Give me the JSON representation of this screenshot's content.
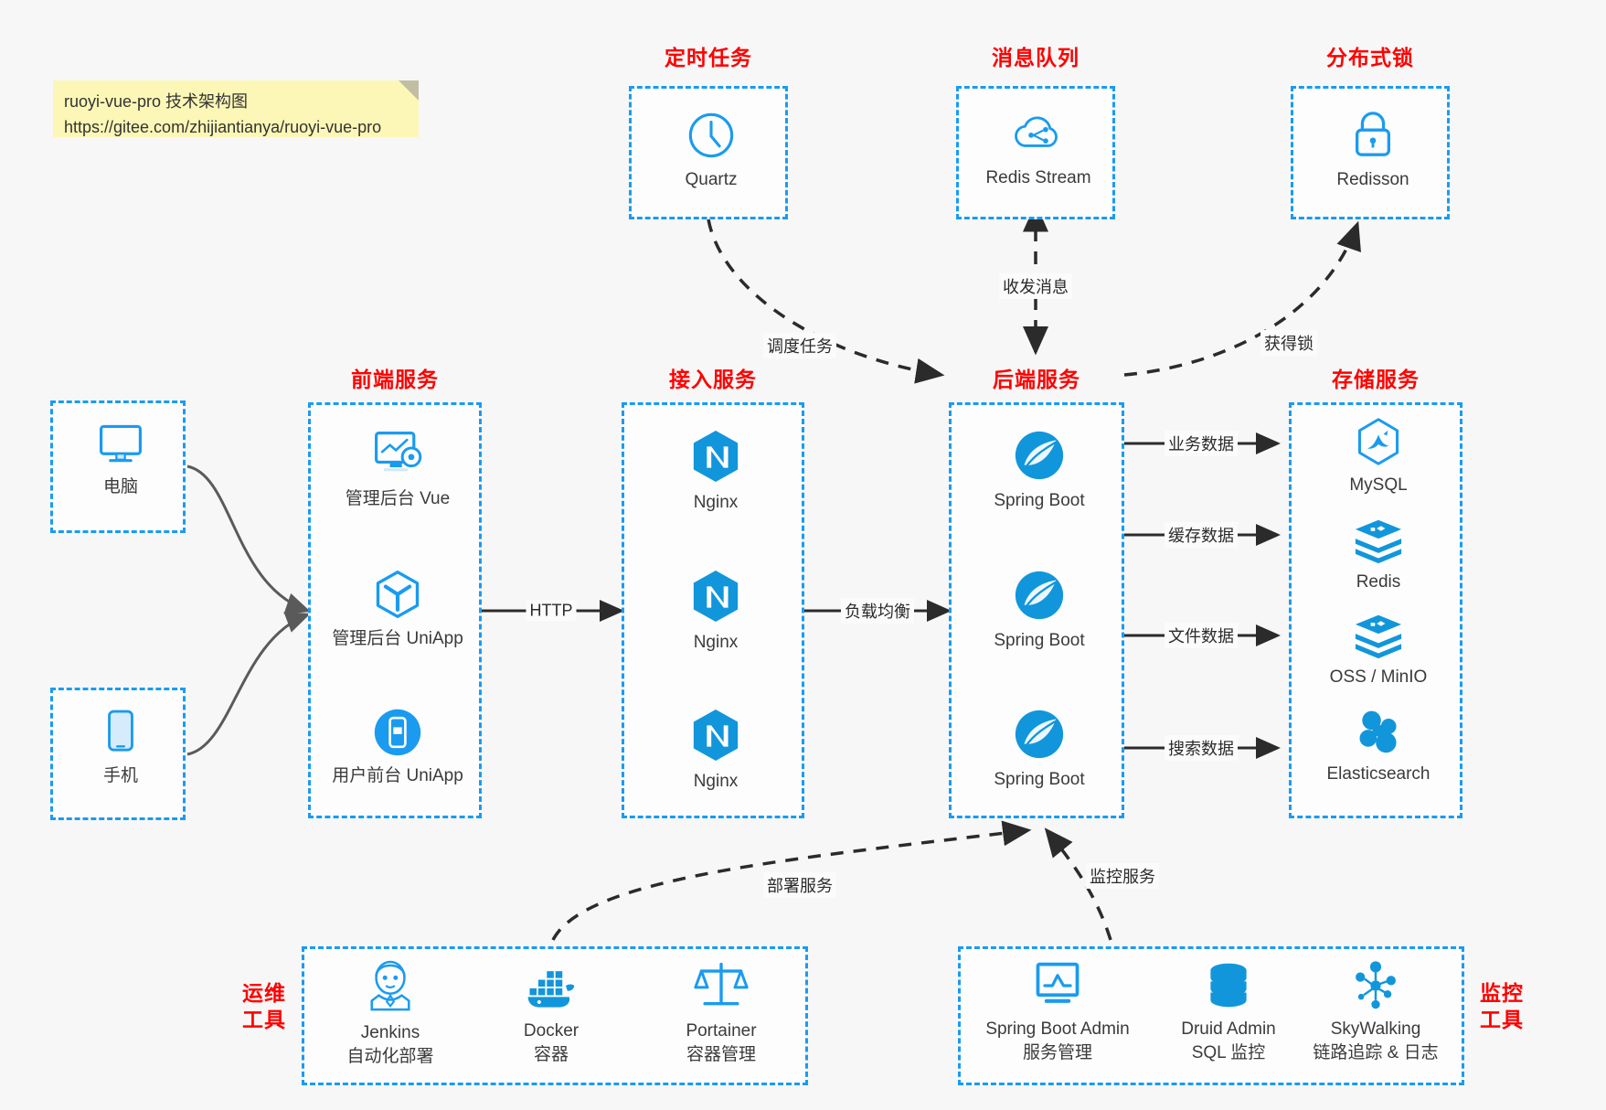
{
  "note": {
    "line1": "ruoyi-vue-pro 技术架构图",
    "line2": "https://gitee.com/zhijiantianya/ruoyi-vue-pro"
  },
  "colors": {
    "accent_blue": "#1a9bf0",
    "icon_blue": "#1296db",
    "title_red": "#ff0000",
    "edge_dark": "#2b2b2b",
    "edge_grey": "#5a5a5a",
    "canvas_bg": "#f7f7f7",
    "note_bg": "#fcf7b6"
  },
  "groups": {
    "scheduler": {
      "title": "定时任务",
      "nodes": [
        {
          "label": "Quartz",
          "icon": "clock-icon"
        }
      ]
    },
    "message_queue": {
      "title": "消息队列",
      "nodes": [
        {
          "label": "Redis Stream",
          "icon": "cloud-stream-icon"
        }
      ]
    },
    "distributed_lock": {
      "title": "分布式锁",
      "nodes": [
        {
          "label": "Redisson",
          "icon": "lock-icon"
        }
      ]
    },
    "clients": {
      "nodes": [
        {
          "label": "电脑",
          "icon": "desktop-icon"
        },
        {
          "label": "手机",
          "icon": "mobile-icon"
        }
      ]
    },
    "frontend": {
      "title": "前端服务",
      "nodes": [
        {
          "label": "管理后台 Vue",
          "icon": "dashboard-icon"
        },
        {
          "label": "管理后台 UniApp",
          "icon": "cube-icon"
        },
        {
          "label": "用户前台 UniApp",
          "icon": "phone-app-icon"
        }
      ]
    },
    "gateway": {
      "title": "接入服务",
      "nodes": [
        {
          "label": "Nginx",
          "icon": "nginx-icon"
        },
        {
          "label": "Nginx",
          "icon": "nginx-icon"
        },
        {
          "label": "Nginx",
          "icon": "nginx-icon"
        }
      ]
    },
    "backend": {
      "title": "后端服务",
      "nodes": [
        {
          "label": "Spring Boot",
          "icon": "spring-boot-icon"
        },
        {
          "label": "Spring Boot",
          "icon": "spring-boot-icon"
        },
        {
          "label": "Spring Boot",
          "icon": "spring-boot-icon"
        }
      ]
    },
    "storage": {
      "title": "存储服务",
      "nodes": [
        {
          "label": "MySQL",
          "icon": "mysql-icon"
        },
        {
          "label": "Redis",
          "icon": "redis-icon"
        },
        {
          "label": "OSS / MinIO",
          "icon": "oss-icon"
        },
        {
          "label": "Elasticsearch",
          "icon": "elasticsearch-icon"
        }
      ]
    },
    "devops": {
      "title_line1": "运维",
      "title_line2": "工具",
      "nodes": [
        {
          "label": "Jenkins",
          "sub": "自动化部署",
          "icon": "jenkins-icon"
        },
        {
          "label": "Docker",
          "sub": "容器",
          "icon": "docker-icon"
        },
        {
          "label": "Portainer",
          "sub": "容器管理",
          "icon": "scale-icon"
        }
      ]
    },
    "monitoring": {
      "title_line1": "监控",
      "title_line2": "工具",
      "nodes": [
        {
          "label": "Spring Boot Admin",
          "sub": "服务管理",
          "icon": "monitor-chart-icon"
        },
        {
          "label": "Druid Admin",
          "sub": "SQL 监控",
          "icon": "database-icon"
        },
        {
          "label": "SkyWalking",
          "sub": "链路追踪 & 日志",
          "icon": "skywalking-icon"
        }
      ]
    }
  },
  "edges": [
    {
      "label": "调度任务"
    },
    {
      "label": "收发消息"
    },
    {
      "label": "获得锁"
    },
    {
      "label": "HTTP"
    },
    {
      "label": "负载均衡"
    },
    {
      "label": "业务数据"
    },
    {
      "label": "缓存数据"
    },
    {
      "label": "文件数据"
    },
    {
      "label": "搜索数据"
    },
    {
      "label": "部署服务"
    },
    {
      "label": "监控服务"
    }
  ]
}
